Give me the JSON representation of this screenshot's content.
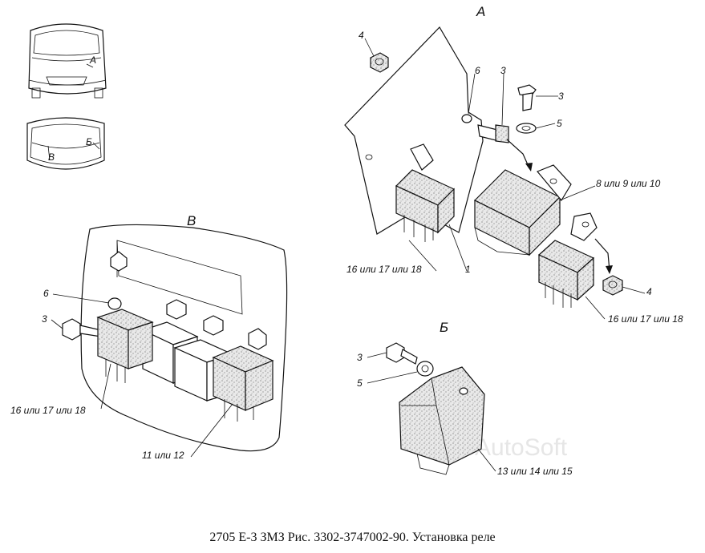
{
  "caption": "2705 Е-3 ЗМЗ Рис. 3302-3747002-90. Установка реле",
  "watermark": "AutoSoft",
  "views": {
    "a": "А",
    "b": "Б",
    "v": "В"
  },
  "vehicle_marks": {
    "a": "А",
    "b": "Б",
    "v": "В"
  },
  "callouts": {
    "a_4": "4",
    "a_6": "6",
    "a_3_top": "3",
    "a_3_right": "3",
    "a_5": "5",
    "a_8": "8 или 9 или 10",
    "a_16_left": "16 или 17 или 18",
    "a_1": "1",
    "a_4_bottom": "4",
    "a_16_right": "16 или 17 или 18",
    "b_3": "3",
    "b_5": "5",
    "b_13": "13 или 14 или 15",
    "v_6": "6",
    "v_3": "3",
    "v_16": "16 или 17 или 18",
    "v_11": "11 или 12"
  }
}
